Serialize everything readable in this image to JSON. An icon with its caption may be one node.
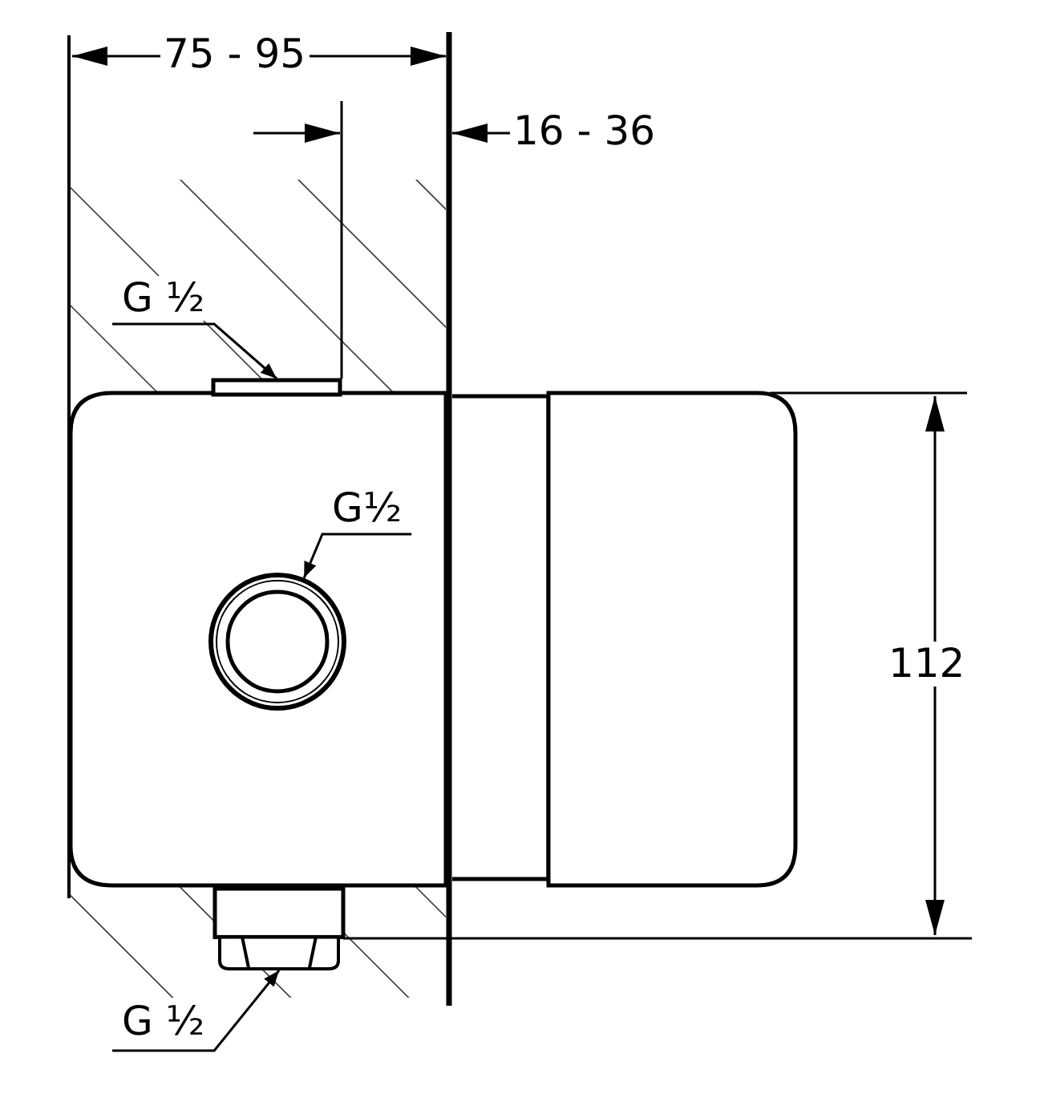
{
  "diagram": {
    "nodes": [
      {
        "text": [
          "G ½"
        ]
      },
      {
        "text": [],
        "shape": "box"
      },
      {
        "text": [
          "G½"
        ]
      },
      {
        "text": [],
        "shape": "circle"
      },
      {
        "text": [
          "G ½"
        ]
      },
      {
        "text": [],
        "shape": "box"
      }
    ],
    "edges": [
      {
        "from": 0,
        "to": 1,
        "arrow": "to"
      },
      {
        "from": 2,
        "to": 3,
        "arrow": "to"
      },
      {
        "from": 4,
        "to": 5,
        "arrow": "to"
      }
    ],
    "labels": [
      "75 - 95",
      "16 - 36",
      "112"
    ]
  }
}
